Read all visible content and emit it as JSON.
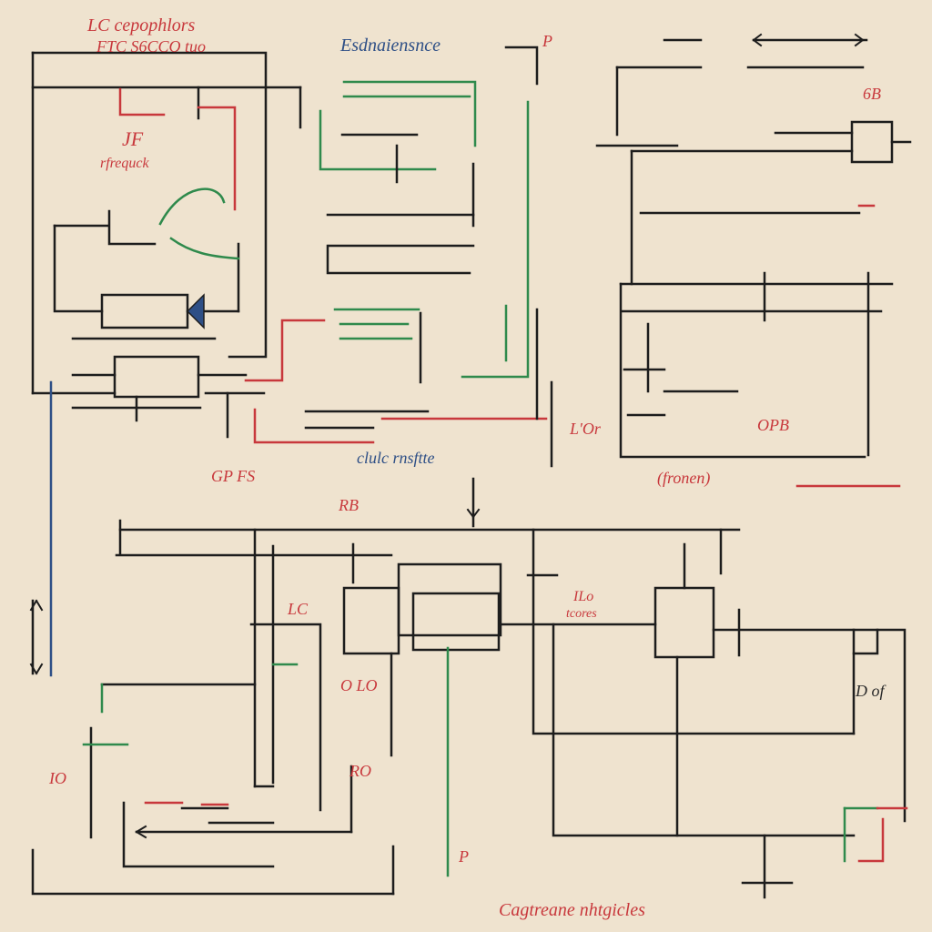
{
  "colors": {
    "background": "#efe3cf",
    "wire": "#1d1d1d",
    "red": "#c8383c",
    "green": "#2f8a4c",
    "blue": "#2e4f86"
  },
  "labels": {
    "top_left_title_line1": "LC cepophlors",
    "top_left_title_line2": "FTC S6CCO tuo",
    "top_center_title": "Esdnaiensnce",
    "middle_caption": "clulc rnsftte",
    "bottom_caption": "Cagtreane nhtgicles",
    "rfrequck": "rfrequck",
    "j_f": "JF",
    "fronen": "(fronen)",
    "lor": "L'Or",
    "r_b": "RB",
    "lc_left": "LC",
    "lc_mid": "ILo",
    "tcores": "tcores",
    "d_of": "D of",
    "p_top": "P",
    "p_bottom": "P",
    "gb": "6B",
    "o_lo": "O LO",
    "ro": "RO",
    "io": "IO",
    "gpfs": "GP FS",
    "opb": "OPB"
  }
}
